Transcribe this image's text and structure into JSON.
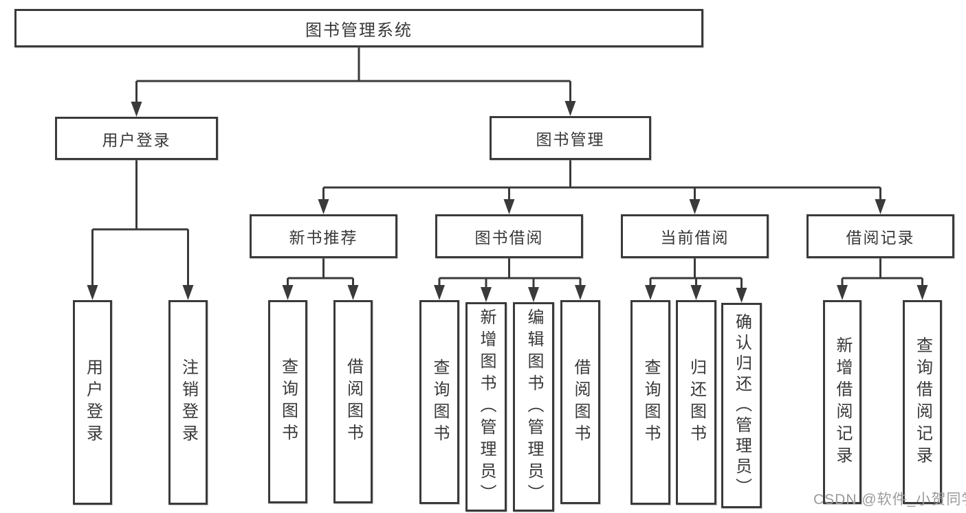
{
  "tree": {
    "root": {
      "label": "图书管理系统"
    },
    "branches": [
      {
        "label": "用户登录",
        "leaves": [
          {
            "label": "用户登录"
          },
          {
            "label": "注销登录"
          }
        ]
      },
      {
        "label": "图书管理",
        "groups": [
          {
            "label": "新书推荐",
            "leaves": [
              {
                "label": "查询图书"
              },
              {
                "label": "借阅图书"
              }
            ]
          },
          {
            "label": "图书借阅",
            "leaves": [
              {
                "label": "查询图书"
              },
              {
                "label": "新增图书（管理员）"
              },
              {
                "label": "编辑图书（管理员）"
              },
              {
                "label": "借阅图书"
              }
            ]
          },
          {
            "label": "当前借阅",
            "leaves": [
              {
                "label": "查询图书"
              },
              {
                "label": "归还图书"
              },
              {
                "label": "确认归还（管理员）"
              }
            ]
          },
          {
            "label": "借阅记录",
            "leaves": [
              {
                "label": "新增借阅记录"
              },
              {
                "label": "查询借阅记录"
              }
            ]
          }
        ]
      }
    ]
  },
  "watermark": {
    "text": "CSDN @软件_小贺同学"
  },
  "colors": {
    "line": "#3a3a3a",
    "text": "#383838",
    "watermark": "#9b9b9b",
    "background": "#ffffff"
  }
}
